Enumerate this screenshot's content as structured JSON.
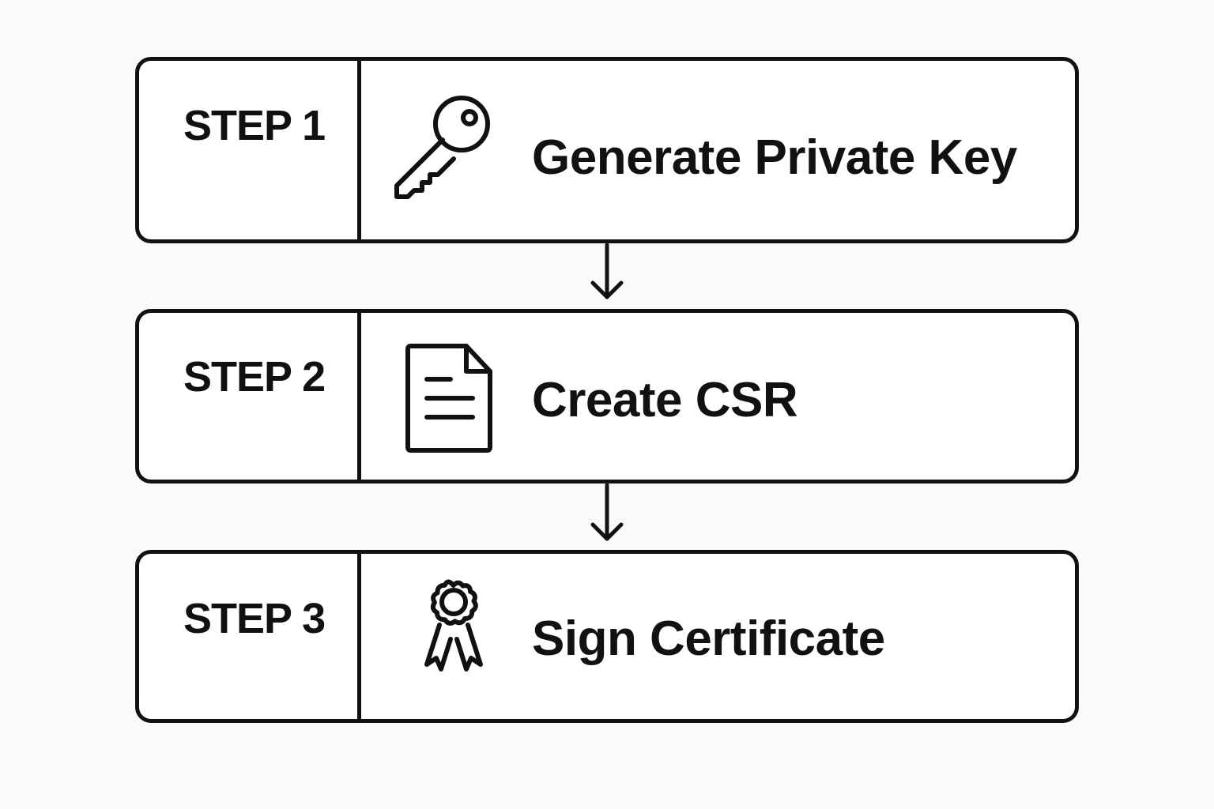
{
  "steps": [
    {
      "label": "STEP 1",
      "title": "Generate Private Key",
      "icon": "key-icon"
    },
    {
      "label": "STEP 2",
      "title": "Create CSR",
      "icon": "document-icon"
    },
    {
      "label": "STEP 3",
      "title": "Sign Certificate",
      "icon": "certificate-badge-icon"
    }
  ],
  "colors": {
    "stroke": "#111111",
    "background": "#fafafa",
    "box_fill": "#ffffff"
  }
}
